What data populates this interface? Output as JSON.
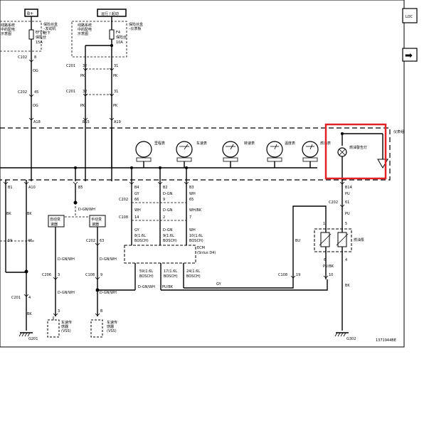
{
  "header": {
    "bplus": "B+",
    "run_start": "运行 / 起动"
  },
  "side_buttons": {
    "loc": "LOC",
    "arrow": "➡"
  },
  "fuse_left": {
    "desc1": "线路系统",
    "desc2": "中的配电",
    "desc3": "示意图",
    "box1": "保险丝盒",
    "box2": "–发动机",
    "box3": "舱下",
    "id": "EF19",
    "label": "保险丝",
    "rating": "15A"
  },
  "fuse_right": {
    "desc1": "线路系统",
    "desc2": "中的配电",
    "desc3": "示意图",
    "box1": "保险丝盒",
    "box2": "–仪表板",
    "id": "F4",
    "label": "保险丝",
    "rating": "10A"
  },
  "connectors": {
    "c102": "C102",
    "c102_pin": "8",
    "og1": "OG",
    "c202": "C202",
    "c202_pin": "45",
    "og2": "OG",
    "a18": "A18",
    "c201_32a": "32",
    "c201_31a": "31",
    "c201_a": "C201",
    "pk1": "PK",
    "pk2": "PK",
    "c201_32b": "32",
    "c201_31b": "31",
    "c201_b": "C201",
    "pk3": "PK",
    "pk4": "PK",
    "b15": "B15",
    "a19": "A19"
  },
  "cluster": {
    "name": "仪表组",
    "gauges": [
      "里程表",
      "车速表",
      "转速表",
      "温度表",
      "燃油表"
    ],
    "lamp": "燃油警告灯"
  },
  "lower_pins": {
    "b1": "B1",
    "a10": "A10",
    "bk1": "BK",
    "bk2": "BK",
    "p59": "59",
    "p46": "46",
    "b5": "B5",
    "dgnwh": "D-GN/WH",
    "b4": "B4",
    "gy1": "GY",
    "p66": "66",
    "c202": "C202",
    "b2": "B2",
    "dgn1": "D-GN",
    "p9a": "9",
    "b3": "B3",
    "wh1": "WH",
    "p65": "65",
    "c108": "C108",
    "wh2": "WH",
    "p14": "14",
    "dgn2": "D-GN",
    "p2": "2",
    "whbk": "WH/BK",
    "p7": "7",
    "gy2": "GY",
    "bosch1": "8(1.6L",
    "bosch1b": "BOSCH)",
    "dgn3": "D-GN",
    "bosch2": "9(1.6L",
    "bosch2b": "BOSCH)",
    "wh3": "WH",
    "bosch3": "10(1.6L",
    "bosch3b": "BOSCH)",
    "ecm": "ECM",
    "ecm_sub": "(Sirius D4)",
    "e59": "59(1.6L",
    "e59b": "BOSCH)",
    "e17": "17(1.6L",
    "e17b": "BOSCH)",
    "e24": "24(1.6L",
    "e24b": "BOSCH)",
    "dgnwh2": "D-GN/WH",
    "pubk": "PU/BK",
    "gy3": "GY"
  },
  "transmission": {
    "auto1": "自动变",
    "auto2": "速器",
    "manual1": "手动变",
    "manual2": "速器",
    "c202": "C202",
    "p63": "63",
    "dgnwh_a": "D-GN/WH",
    "dgnwh_b": "D-GN/WH",
    "c206": "C206",
    "p3a": "3",
    "c108": "C108",
    "p9b": "9",
    "dgnwh_c": "D-GN/WH",
    "dgnwh_d": "D-GN/WH",
    "p3b": "3",
    "pb": "B",
    "vss_a1": "车速传",
    "vss_a2": "感器",
    "vss_a3": "(VSS)",
    "vss_b1": "车速传",
    "vss_b2": "感器",
    "vss_b3": "(VSS)"
  },
  "left_ground": {
    "c201": "C201",
    "p4": "4",
    "bk": "BK",
    "g201": "G201"
  },
  "right_side": {
    "b14": "B14",
    "pu1": "PU",
    "c202": "C202",
    "p61": "61",
    "pu2": "PU",
    "p1": "1",
    "p5": "5",
    "pump": "燃油泵",
    "bu": "BU",
    "p6": "6",
    "p4": "4",
    "pubk": "PU/BK",
    "c108": "C108",
    "p19": "19",
    "p10": "10",
    "bk": "BK",
    "g302": "G302"
  },
  "figure_id": "1371944BE",
  "colors": {
    "highlight": "#e32228",
    "ink": "#000000"
  }
}
